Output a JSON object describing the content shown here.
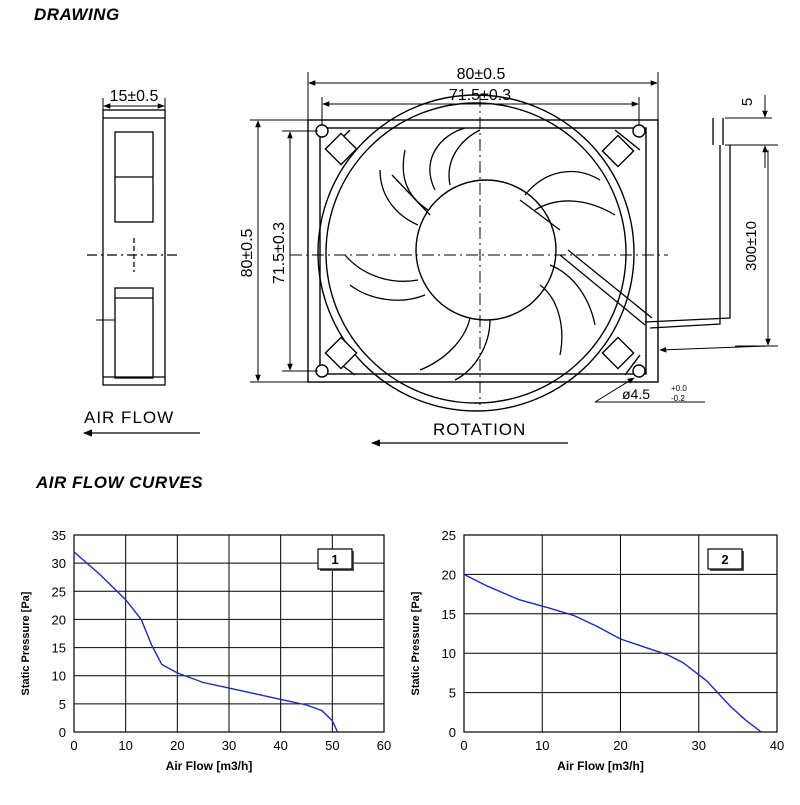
{
  "headings": {
    "drawing": "DRAWING",
    "curves": "AIR FLOW CURVES"
  },
  "drawing": {
    "side_width": "15±0.5",
    "outer_width": "80±0.5",
    "hole_spacing_h": "71.5±0.3",
    "outer_height": "80±0.5",
    "hole_spacing_v": "71.5±0.3",
    "wire_strip": "5",
    "lead_length": "300±10",
    "hole_diameter": "ø4.5",
    "hole_tol_upper": "+0.0",
    "hole_tol_lower": "-0.2",
    "airflow_label": "AIR  FLOW",
    "rotation_label": "ROTATION"
  },
  "chart_data": [
    {
      "type": "line",
      "title": "1",
      "xlabel": "Air Flow [m3/h]",
      "ylabel": "Static Pressure [Pa]",
      "xlim": [
        0,
        60
      ],
      "ylim": [
        0,
        35
      ],
      "xticks": [
        0,
        10,
        20,
        30,
        40,
        50,
        60
      ],
      "yticks": [
        0,
        5,
        10,
        15,
        20,
        25,
        30,
        35
      ],
      "grid": true,
      "series": [
        {
          "color": "#1f2bb8",
          "x": [
            0,
            5,
            10,
            13,
            15,
            17,
            20,
            25,
            30,
            35,
            40,
            45,
            48,
            50,
            51
          ],
          "y": [
            32,
            28,
            23.5,
            20,
            15.5,
            12,
            10.5,
            8.8,
            7.8,
            6.8,
            5.8,
            4.8,
            3.8,
            2,
            0
          ]
        }
      ]
    },
    {
      "type": "line",
      "title": "2",
      "xlabel": "Air Flow [m3/h]",
      "ylabel": "Static Pressure [Pa]",
      "xlim": [
        0,
        40
      ],
      "ylim": [
        0,
        25
      ],
      "xticks": [
        0,
        10,
        20,
        30,
        40
      ],
      "yticks": [
        0,
        5,
        10,
        15,
        20,
        25
      ],
      "grid": true,
      "series": [
        {
          "color": "#1f2bb8",
          "x": [
            0,
            3,
            7,
            11,
            14,
            17,
            20,
            23,
            26,
            28,
            31,
            34,
            36,
            38
          ],
          "y": [
            20,
            18.5,
            16.8,
            15.7,
            14.8,
            13.4,
            11.8,
            10.8,
            9.8,
            8.8,
            6.5,
            3.3,
            1.5,
            0
          ]
        }
      ]
    }
  ]
}
